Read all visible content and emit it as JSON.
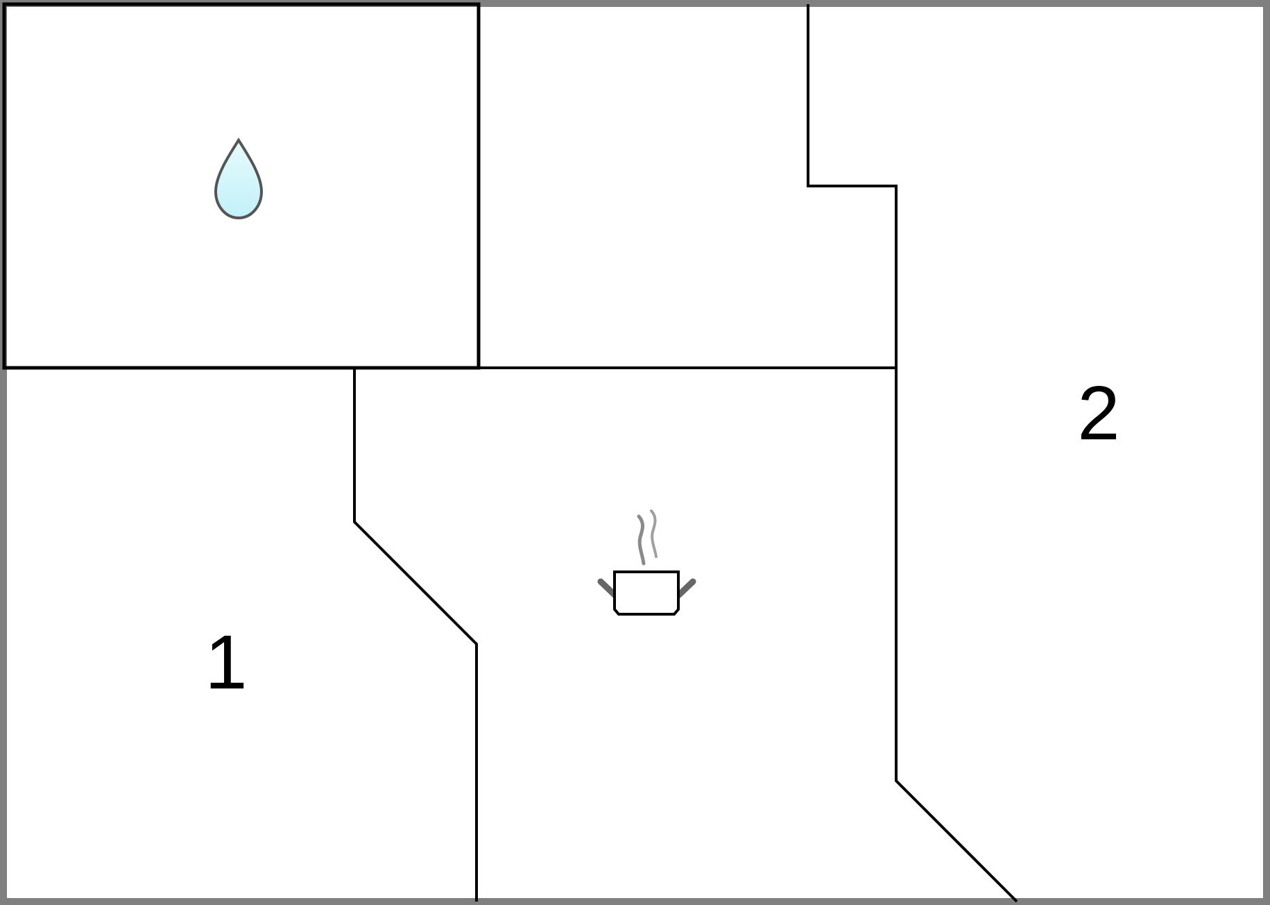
{
  "regions": [
    {
      "id": "water",
      "label": "",
      "icon": "water-drop-icon"
    },
    {
      "id": "upper-middle",
      "label": ""
    },
    {
      "id": "region-1",
      "label": "1"
    },
    {
      "id": "cooking",
      "label": "",
      "icon": "steaming-pot-icon"
    },
    {
      "id": "region-2",
      "label": "2"
    }
  ],
  "colors": {
    "frame": "#808080",
    "lines": "#000000",
    "drop_fill": "#cdf6fb",
    "drop_stroke": "#555555",
    "steam": "#8a8a8a",
    "pot_handles": "#666666"
  }
}
